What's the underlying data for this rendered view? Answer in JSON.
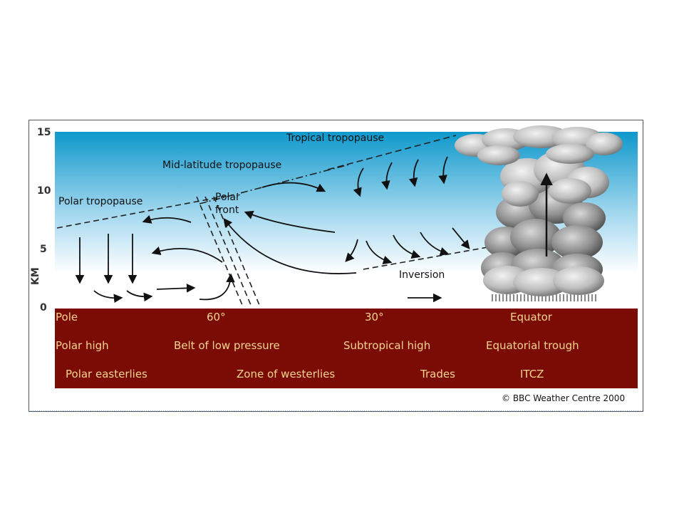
{
  "diagram": {
    "y_axis": {
      "title": "KM",
      "ticks": [
        "15",
        "10",
        "5",
        "0"
      ]
    },
    "labels": {
      "tropical_tropopause": "Tropical tropopause",
      "mid_latitude_tropopause": "Mid-latitude tropopause",
      "polar_tropopause": "Polar tropopause",
      "polar_front_line1": "Polar",
      "polar_front_line2": "front",
      "inversion": "Inversion"
    },
    "ground": {
      "latitudes": [
        "Pole",
        "60°",
        "30°",
        "Equator"
      ],
      "pressure": [
        "Polar high",
        "Belt of low pressure",
        "Subtropical high",
        "Equatorial trough"
      ],
      "winds": [
        "Polar easterlies",
        "Zone of westerlies",
        "Trades",
        "ITCZ"
      ]
    },
    "credit": "© BBC Weather Centre 2000",
    "colors": {
      "sky_top": "#0e98cc",
      "sky_bottom": "#ffffff",
      "ground": "#7a0b05",
      "ground_text": "#f5d58c"
    }
  }
}
